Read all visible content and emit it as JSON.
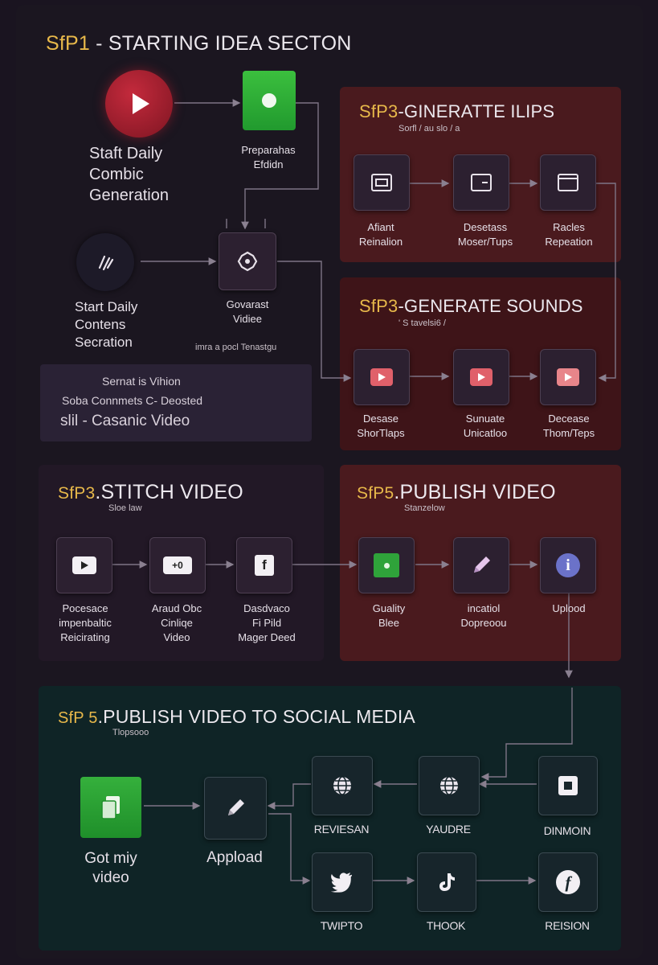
{
  "step1": {
    "heading_step": "SfP1",
    "heading_text": " - STARTING IDEA SECTON",
    "start_daily_comic": "Staft Daily\nCombic\nGeneration",
    "preparation": "Preparahas\nEfdidn",
    "start_daily_contents": "Start Daily\nContens\nSecration",
    "generate_video": "Govarast\nVidiee",
    "generate_caption": "imra a pocl Tenastgu",
    "note_line1": "Sernat is Vihion",
    "note_line2": "Soba   Connmets C- Deosted",
    "note_line3": "slil - Casanic Video"
  },
  "step3_clips": {
    "heading_step": "SfP3",
    "heading_text": "-GINERATTE ILIPS",
    "sub": "Sorfl / au slo / a",
    "nodes": [
      {
        "label": "Afiant\nReinalion"
      },
      {
        "label": "Desetass\nMoser/Tups"
      },
      {
        "label": "Racles\nRepeation"
      }
    ]
  },
  "step3_sounds": {
    "heading_step": "SfP3",
    "heading_text": "-GENERATE SOUNDS",
    "sub": "' S tavelsi6 /",
    "nodes": [
      {
        "label": "Desase\nShorTlaps"
      },
      {
        "label": "Sunuate\nUnicatloo"
      },
      {
        "label": "Decease\nThom/Teps"
      }
    ]
  },
  "step_stitch": {
    "heading_step": "SfP3",
    "heading_text": ".STITCH VIDEO",
    "sub": "Sloe law",
    "nodes": [
      {
        "label": "Pocesace\nimpenbaltic\nReicirating",
        "icon_text": ""
      },
      {
        "label": "Araud Obc\nCinliqe\nVideo",
        "icon_text": "+0"
      },
      {
        "label": "Dasdvaco\nFi Pild\nMager Deed",
        "icon_text": "f"
      }
    ]
  },
  "step_publish": {
    "heading_step": "SfP5",
    "heading_text": ".PUBLISH VIDEO",
    "sub": "Stanzelow",
    "nodes": [
      {
        "label": "Guality\nBlee"
      },
      {
        "label": "incatiol\nDopreoou"
      },
      {
        "label": "Uplood"
      }
    ]
  },
  "step_social": {
    "heading_step": "SfP 5",
    "heading_text": ".PUBLISH VIDEO TO SOCIAL MEDIA",
    "sub": "Tlopsooo",
    "got_video": "Got miy\nvideo",
    "appload": "Appload",
    "reviesan": "REVIESAN",
    "yaudre": "YAUDRE",
    "dinmoin": "DINMOIN",
    "twipto": "TWIPTO",
    "thook": "THOOK",
    "reision": "REISION",
    "icon_twipto": "twitter-bird",
    "icon_thook": "tiktok-note",
    "icon_reision": "f",
    "icon_reviesan": "globe",
    "icon_yaudre": "globe",
    "icon_dinmoin": "square"
  },
  "colors": {
    "accent_step": "#e7b84a",
    "play_red": "#9b1e2c",
    "green": "#2fa33a",
    "info_blue": "#6b72c9"
  }
}
